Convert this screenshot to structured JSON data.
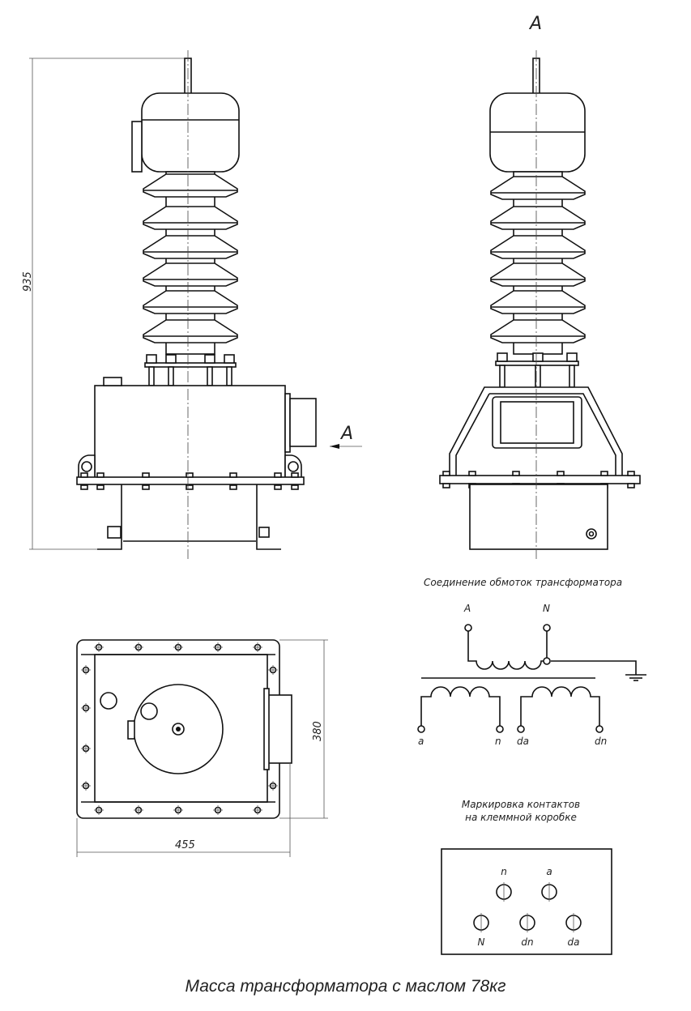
{
  "view_label_top": "A",
  "view_arrow_label": "A",
  "dimensions": {
    "height": "935",
    "width": "455",
    "depth": "380"
  },
  "schematic": {
    "title": "Соединение обмоток трансформатора",
    "primary": [
      "A",
      "N"
    ],
    "secondary": [
      "a",
      "n",
      "da",
      "dn"
    ]
  },
  "terminal_box": {
    "title_line1": "Маркировка контактов",
    "title_line2": "на клеммной коробке",
    "row1": [
      "n",
      "a"
    ],
    "row2": [
      "N",
      "dn",
      "da"
    ]
  },
  "caption": "Масса трансформатора с маслом 78кг"
}
